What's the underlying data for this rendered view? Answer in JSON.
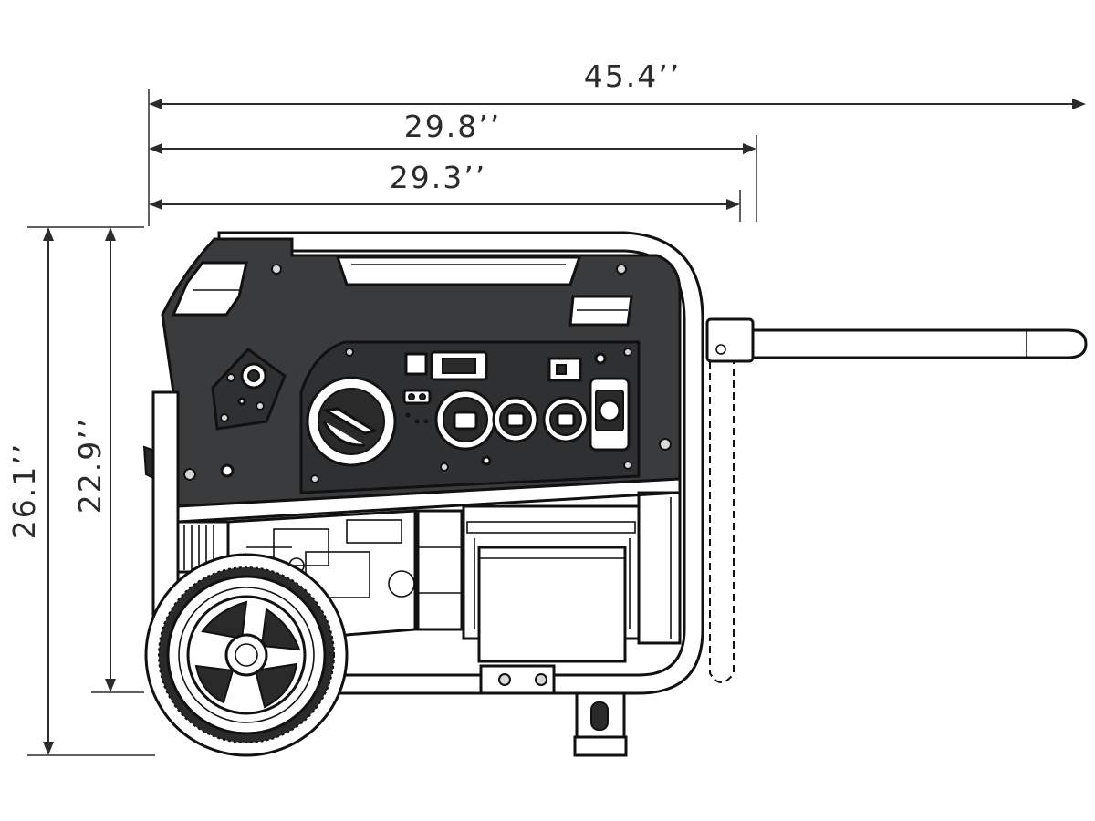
{
  "diagram": {
    "dimensions": {
      "overall_length": "45.4’’",
      "frame_length": "29.8’’",
      "body_length": "29.3’’",
      "overall_height": "26.1’’",
      "frame_height": "22.9’’"
    },
    "colors": {
      "line": "#2b2b2b",
      "body": "#3a3b3d",
      "panel": "#2f3032",
      "background": "#ffffff"
    },
    "icons": [
      "generator-illustration",
      "wheel-icon",
      "outlet-icon",
      "dial-icon",
      "handle-icon"
    ]
  }
}
